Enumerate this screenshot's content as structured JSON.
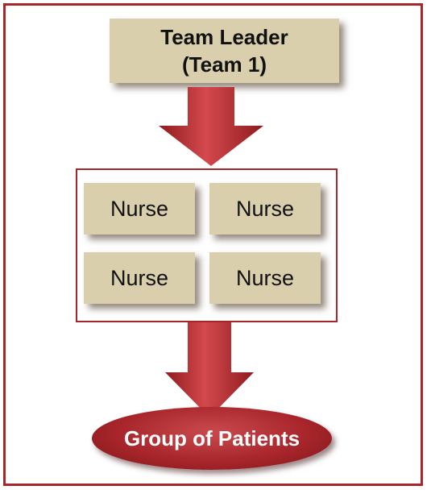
{
  "team_leader": {
    "line1": "Team Leader",
    "line2": "(Team 1)"
  },
  "nurses": [
    "Nurse",
    "Nurse",
    "Nurse",
    "Nurse"
  ],
  "patients_label": "Group of Patients",
  "colors": {
    "frame": "#a8262b",
    "box_fill": "#d9cfac",
    "arrow": "#b3282d"
  }
}
